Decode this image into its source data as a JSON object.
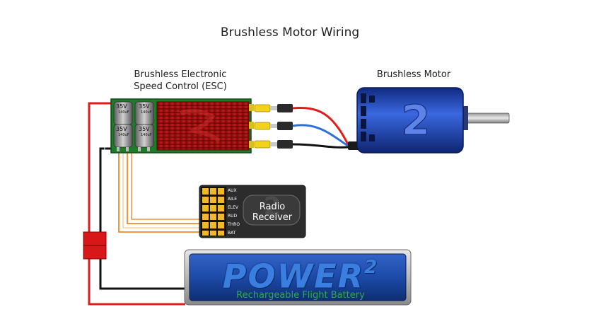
{
  "diagram": {
    "title": "Brushless Motor Wiring",
    "esc": {
      "label_line1": "Brushless Electronic",
      "label_line2": "Speed Control (ESC)",
      "capacitor_voltage": "35V",
      "capacitor_value": "140uF"
    },
    "motor": {
      "label": "Brushless Motor",
      "logo": "2"
    },
    "receiver": {
      "label": "Radio\nReceiver",
      "logo": "2",
      "channels": [
        "AUX",
        "AILE",
        "ELEV",
        "RUD",
        "THRO",
        "BAT"
      ]
    },
    "battery": {
      "brand": "POWER",
      "brand_sup": "2",
      "subtitle": "Rechargeable Flight Battery"
    },
    "colors": {
      "wire_red": "#e21c1c",
      "wire_black": "#111111",
      "wire_blue": "#2f6fd6",
      "wire_orange": "#f08a2a",
      "esc_board": "#1f7a2a",
      "heatsink": "#a81414",
      "motor_body": "#2a4fc4",
      "battery_face": "#1c4aa8",
      "receiver_body": "#2c2c2c"
    }
  }
}
